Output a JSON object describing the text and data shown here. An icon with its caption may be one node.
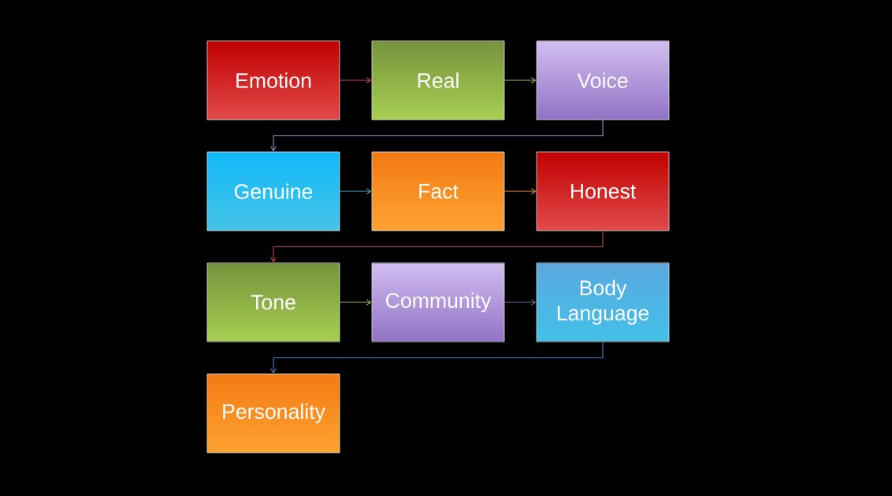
{
  "diagram": {
    "nodes": [
      {
        "text": [
          "Emotion"
        ]
      },
      {
        "text": [
          "Real"
        ]
      },
      {
        "text": [
          "Voice"
        ]
      },
      {
        "text": [
          "Genuine"
        ]
      },
      {
        "text": [
          "Fact"
        ]
      },
      {
        "text": [
          "Honest"
        ]
      },
      {
        "text": [
          "Tone"
        ]
      },
      {
        "text": [
          "Community"
        ]
      },
      {
        "text": [
          "Body Language"
        ]
      },
      {
        "text": [
          "Personality"
        ]
      }
    ],
    "edges": [
      {
        "from": 0,
        "to": 1,
        "arrow": "to",
        "color": "#c0504d"
      },
      {
        "from": 1,
        "to": 2,
        "arrow": "to",
        "color": "#9bbb59"
      },
      {
        "from": 2,
        "to": 3,
        "arrow": "to",
        "color": "#8a9ac8"
      },
      {
        "from": 3,
        "to": 4,
        "arrow": "to",
        "color": "#4bacc6"
      },
      {
        "from": 4,
        "to": 5,
        "arrow": "to",
        "color": "#f79646"
      },
      {
        "from": 5,
        "to": 6,
        "arrow": "to",
        "color": "#c0504d"
      },
      {
        "from": 6,
        "to": 7,
        "arrow": "to",
        "color": "#9bbb59"
      },
      {
        "from": 7,
        "to": 8,
        "arrow": "to",
        "color": "#8064a2"
      },
      {
        "from": 8,
        "to": 9,
        "arrow": "to",
        "color": "#4f81bd"
      }
    ]
  }
}
